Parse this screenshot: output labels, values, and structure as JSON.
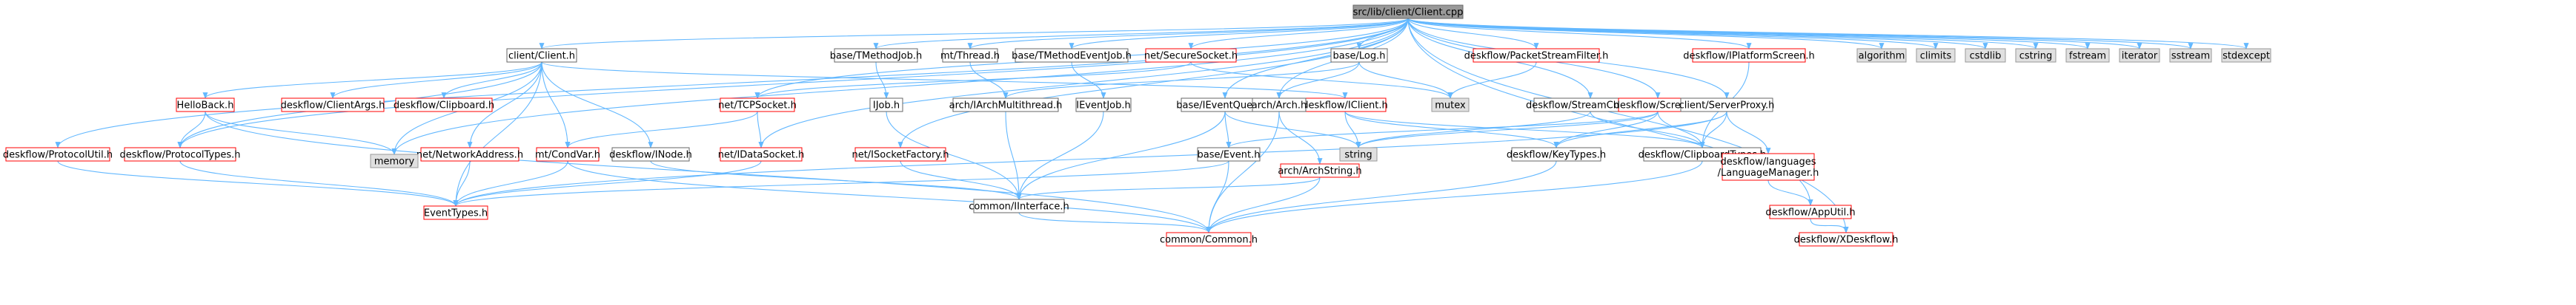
{
  "colors": {
    "root_fill": "#999999",
    "node_fill": "#ffffff",
    "node_stroke_internal": "#ff0000",
    "node_stroke_plain": "#666666",
    "system_fill": "#e0e0e0",
    "system_stroke": "#999999",
    "edge": "#63b8ff"
  },
  "nodes": [
    {
      "id": "root",
      "label": "src/lib/client/Client.cpp",
      "kind": "root"
    },
    {
      "id": "clientH",
      "label": "client/Client.h",
      "kind": "plain"
    },
    {
      "id": "helloBack",
      "label": "HelloBack.h",
      "kind": "internal"
    },
    {
      "id": "clientArgs",
      "label": "deskflow/ClientArgs.h",
      "kind": "internal"
    },
    {
      "id": "clipboard",
      "label": "deskflow/Clipboard.h",
      "kind": "internal"
    },
    {
      "id": "iClient",
      "label": "deskflow/IClient.h",
      "kind": "internal"
    },
    {
      "id": "netNA",
      "label": "net/NetworkAddress.h",
      "kind": "internal"
    },
    {
      "id": "memory",
      "label": "memory",
      "kind": "system"
    },
    {
      "id": "condVar",
      "label": "mt/CondVar.h",
      "kind": "internal"
    },
    {
      "id": "iNode",
      "label": "deskflow/INode.h",
      "kind": "plain"
    },
    {
      "id": "protoUtil",
      "label": "deskflow/ProtocolUtil.h",
      "kind": "internal"
    },
    {
      "id": "protoTypes",
      "label": "deskflow/ProtocolTypes.h",
      "kind": "internal"
    },
    {
      "id": "eventTypes",
      "label": "EventTypes.h",
      "kind": "internal"
    },
    {
      "id": "tmJob",
      "label": "base/TMethodJob.h",
      "kind": "plain"
    },
    {
      "id": "iJob",
      "label": "IJob.h",
      "kind": "plain"
    },
    {
      "id": "mtThread",
      "label": "mt/Thread.h",
      "kind": "plain"
    },
    {
      "id": "archMT",
      "label": "arch/IArchMultithread.h",
      "kind": "plain"
    },
    {
      "id": "tmEvJob",
      "label": "base/TMethodEventJob.h",
      "kind": "plain"
    },
    {
      "id": "iEventJob",
      "label": "IEventJob.h",
      "kind": "plain"
    },
    {
      "id": "netSecure",
      "label": "net/SecureSocket.h",
      "kind": "internal"
    },
    {
      "id": "netTCP",
      "label": "net/TCPSocket.h",
      "kind": "internal"
    },
    {
      "id": "netIData",
      "label": "net/IDataSocket.h",
      "kind": "internal"
    },
    {
      "id": "netISF",
      "label": "net/ISocketFactory.h",
      "kind": "internal"
    },
    {
      "id": "iEvQueue",
      "label": "base/IEventQueue.h",
      "kind": "plain"
    },
    {
      "id": "baseEvent",
      "label": "base/Event.h",
      "kind": "plain"
    },
    {
      "id": "baseLog",
      "label": "base/Log.h",
      "kind": "plain"
    },
    {
      "id": "archArch",
      "label": "arch/Arch.h",
      "kind": "plain"
    },
    {
      "id": "archStr",
      "label": "arch/ArchString.h",
      "kind": "internal"
    },
    {
      "id": "iface",
      "label": "common/IInterface.h",
      "kind": "plain"
    },
    {
      "id": "common",
      "label": "common/Common.h",
      "kind": "internal"
    },
    {
      "id": "mutex",
      "label": "mutex",
      "kind": "system"
    },
    {
      "id": "string",
      "label": "string",
      "kind": "system"
    },
    {
      "id": "psFilter",
      "label": "deskflow/PacketStreamFilter.h",
      "kind": "internal"
    },
    {
      "id": "streamChunker",
      "label": "deskflow/StreamChunker.h",
      "kind": "plain"
    },
    {
      "id": "screen",
      "label": "deskflow/Screen.h",
      "kind": "internal"
    },
    {
      "id": "keyTypes",
      "label": "deskflow/KeyTypes.h",
      "kind": "plain"
    },
    {
      "id": "clipTypes",
      "label": "deskflow/ClipboardTypes.h",
      "kind": "plain"
    },
    {
      "id": "iPlatScreen",
      "label": "deskflow/IPlatformScreen.h",
      "kind": "internal"
    },
    {
      "id": "serverProxy",
      "label": "client/ServerProxy.h",
      "kind": "plain"
    },
    {
      "id": "langMgr",
      "label": "deskflow/languages\n/LanguageManager.h",
      "kind": "internal"
    },
    {
      "id": "appUtil",
      "label": "deskflow/AppUtil.h",
      "kind": "internal"
    },
    {
      "id": "xdeskflow",
      "label": "deskflow/XDeskflow.h",
      "kind": "internal"
    },
    {
      "id": "algorithm",
      "label": "algorithm",
      "kind": "system"
    },
    {
      "id": "climits",
      "label": "climits",
      "kind": "system"
    },
    {
      "id": "cstdlib",
      "label": "cstdlib",
      "kind": "system"
    },
    {
      "id": "cstring",
      "label": "cstring",
      "kind": "system"
    },
    {
      "id": "fstream",
      "label": "fstream",
      "kind": "system"
    },
    {
      "id": "iterator",
      "label": "iterator",
      "kind": "system"
    },
    {
      "id": "sstream",
      "label": "sstream",
      "kind": "system"
    },
    {
      "id": "stdexcept",
      "label": "stdexcept",
      "kind": "system"
    }
  ],
  "edges": [
    [
      "root",
      "clientH"
    ],
    [
      "root",
      "protoUtil"
    ],
    [
      "root",
      "protoTypes"
    ],
    [
      "root",
      "memory"
    ],
    [
      "root",
      "tmJob"
    ],
    [
      "root",
      "mtThread"
    ],
    [
      "root",
      "tmEvJob"
    ],
    [
      "root",
      "netSecure"
    ],
    [
      "root",
      "netTCP"
    ],
    [
      "root",
      "netIData"
    ],
    [
      "root",
      "netISF"
    ],
    [
      "root",
      "iEvQueue"
    ],
    [
      "root",
      "baseLog"
    ],
    [
      "root",
      "archArch"
    ],
    [
      "root",
      "psFilter"
    ],
    [
      "root",
      "streamChunker"
    ],
    [
      "root",
      "screen"
    ],
    [
      "root",
      "iPlatScreen"
    ],
    [
      "root",
      "serverProxy"
    ],
    [
      "root",
      "appUtil"
    ],
    [
      "root",
      "xdeskflow"
    ],
    [
      "root",
      "algorithm"
    ],
    [
      "root",
      "climits"
    ],
    [
      "root",
      "cstdlib"
    ],
    [
      "root",
      "cstring"
    ],
    [
      "root",
      "fstream"
    ],
    [
      "root",
      "iterator"
    ],
    [
      "root",
      "sstream"
    ],
    [
      "root",
      "stdexcept"
    ],
    [
      "clientH",
      "helloBack"
    ],
    [
      "clientH",
      "clientArgs"
    ],
    [
      "clientH",
      "clipboard"
    ],
    [
      "clientH",
      "iClient"
    ],
    [
      "clientH",
      "netNA"
    ],
    [
      "clientH",
      "memory"
    ],
    [
      "clientH",
      "condVar"
    ],
    [
      "clientH",
      "iNode"
    ],
    [
      "clientH",
      "protoTypes"
    ],
    [
      "clientH",
      "eventTypes"
    ],
    [
      "helloBack",
      "memory"
    ],
    [
      "helloBack",
      "protoTypes"
    ],
    [
      "helloBack",
      "common"
    ],
    [
      "iClient",
      "keyTypes"
    ],
    [
      "iClient",
      "clipTypes"
    ],
    [
      "iClient",
      "string"
    ],
    [
      "netNA",
      "eventTypes"
    ],
    [
      "condVar",
      "eventTypes"
    ],
    [
      "condVar",
      "common"
    ],
    [
      "iNode",
      "iface"
    ],
    [
      "protoUtil",
      "eventTypes"
    ],
    [
      "protoTypes",
      "eventTypes"
    ],
    [
      "tmJob",
      "iJob"
    ],
    [
      "iJob",
      "iface"
    ],
    [
      "mtThread",
      "archMT"
    ],
    [
      "archMT",
      "iface"
    ],
    [
      "tmEvJob",
      "iEventJob"
    ],
    [
      "iEventJob",
      "iface"
    ],
    [
      "netSecure",
      "netTCP"
    ],
    [
      "netSecure",
      "mutex"
    ],
    [
      "netTCP",
      "condVar"
    ],
    [
      "netTCP",
      "netIData"
    ],
    [
      "netIData",
      "eventTypes"
    ],
    [
      "netISF",
      "iface"
    ],
    [
      "iEvQueue",
      "baseEvent"
    ],
    [
      "iEvQueue",
      "iface"
    ],
    [
      "iEvQueue",
      "string"
    ],
    [
      "baseEvent",
      "eventTypes"
    ],
    [
      "baseEvent",
      "common"
    ],
    [
      "baseLog",
      "archMT"
    ],
    [
      "baseLog",
      "archArch"
    ],
    [
      "baseLog",
      "mutex"
    ],
    [
      "archArch",
      "archStr"
    ],
    [
      "archArch",
      "common"
    ],
    [
      "archStr",
      "iface"
    ],
    [
      "archStr",
      "common"
    ],
    [
      "iface",
      "common"
    ],
    [
      "psFilter",
      "mutex"
    ],
    [
      "streamChunker",
      "string"
    ],
    [
      "streamChunker",
      "clipTypes"
    ],
    [
      "screen",
      "keyTypes"
    ],
    [
      "screen",
      "clipTypes"
    ],
    [
      "screen",
      "string"
    ],
    [
      "screen",
      "baseEvent"
    ],
    [
      "keyTypes",
      "common"
    ],
    [
      "clipTypes",
      "common"
    ],
    [
      "iPlatScreen",
      "clipTypes"
    ],
    [
      "serverProxy",
      "keyTypes"
    ],
    [
      "serverProxy",
      "clipTypes"
    ],
    [
      "serverProxy",
      "langMgr"
    ],
    [
      "serverProxy",
      "eventTypes"
    ],
    [
      "langMgr",
      "appUtil"
    ],
    [
      "appUtil",
      "xdeskflow"
    ]
  ]
}
